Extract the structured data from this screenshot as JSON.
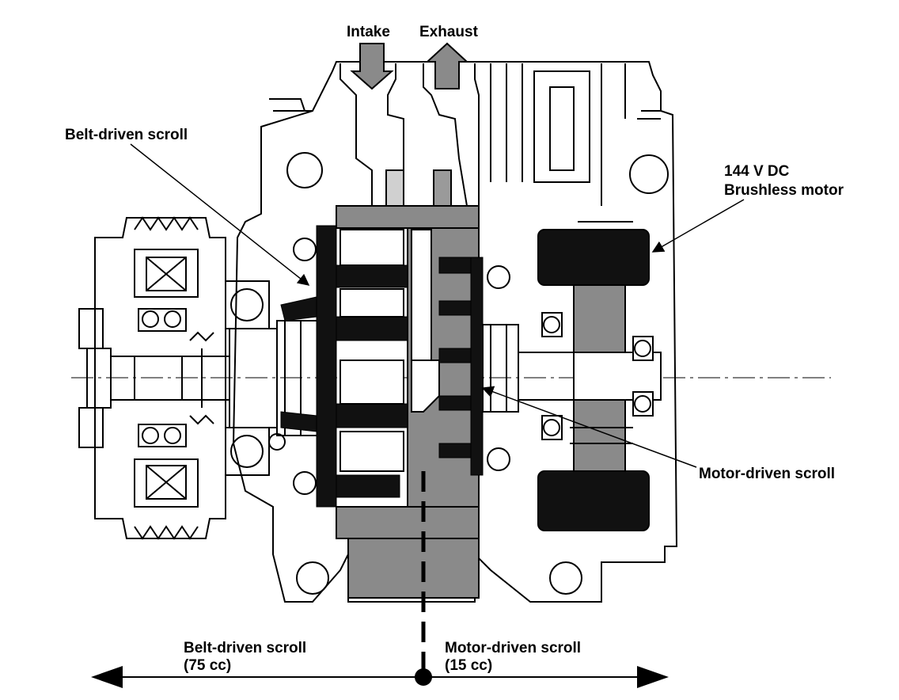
{
  "flow": {
    "intake_label": "Intake",
    "exhaust_label": "Exhaust"
  },
  "callouts": {
    "belt_driven_scroll": "Belt-driven scroll",
    "motor_line1": "144 V DC",
    "motor_line2": "Brushless motor",
    "motor_driven_scroll": "Motor-driven scroll"
  },
  "bottom_scale": {
    "left_name": "Belt-driven scroll",
    "left_capacity": "(75 cc)",
    "right_name": "Motor-driven scroll",
    "right_capacity": "(15 cc)"
  },
  "colors": {
    "ink": "#000000",
    "dark_fill": "#1a1a1a",
    "mid_gray": "#8a8a8a",
    "paper": "#ffffff"
  }
}
